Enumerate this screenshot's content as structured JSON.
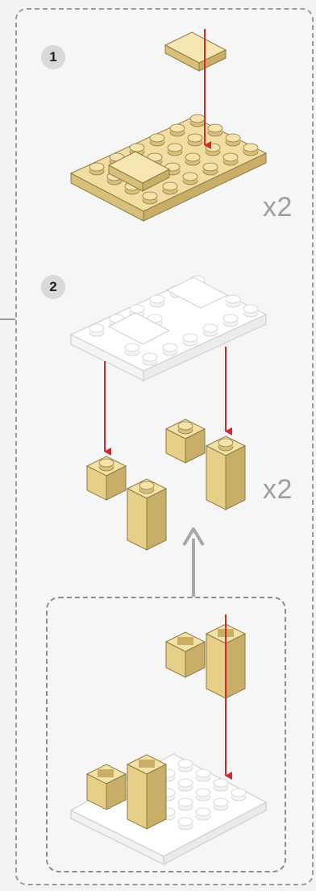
{
  "steps": [
    {
      "number": "1",
      "multiplier": "x2"
    },
    {
      "number": "2",
      "multiplier": "x2"
    }
  ],
  "colors": {
    "brick_face": "#f0dc9c",
    "brick_side": "#d8c07a",
    "brick_dark": "#bfa45f",
    "ghost_fill": "#ffffff",
    "ghost_outline": "#d0d0d0",
    "arrow_red": "#d8262b",
    "arrow_grey": "#a0a0a0",
    "frame": "#9a9a9a",
    "badge_bg": "#d9d9d9"
  },
  "icons": [
    "red-down-arrow",
    "grey-up-arrow"
  ]
}
